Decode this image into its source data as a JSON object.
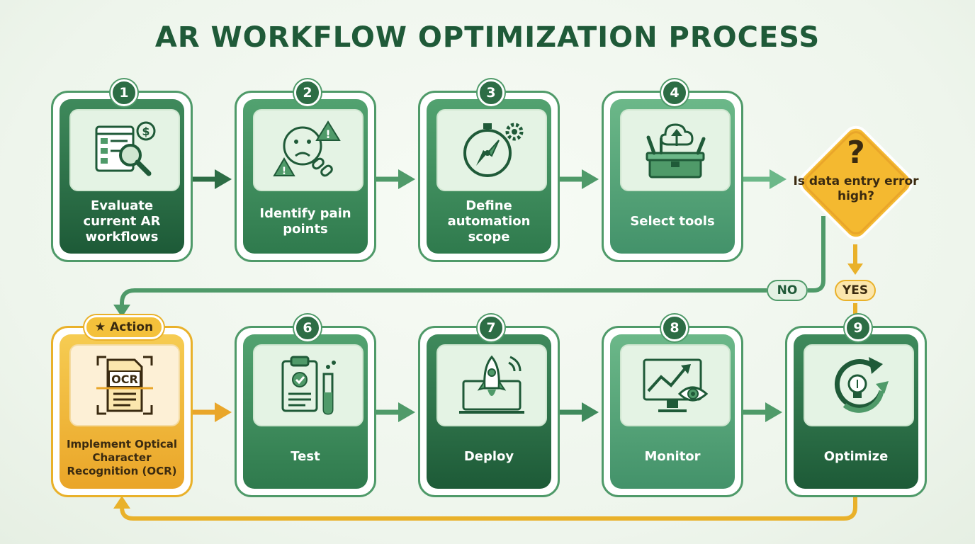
{
  "title": "AR WORKFLOW OPTIMIZATION PROCESS",
  "steps_top": [
    {
      "num": "1",
      "label": "Evaluate current AR workflows",
      "icon": "workflow-search-icon"
    },
    {
      "num": "2",
      "label": "Identify pain points",
      "icon": "pain-points-icon"
    },
    {
      "num": "3",
      "label": "Define automation scope",
      "icon": "stopwatch-gear-icon"
    },
    {
      "num": "4",
      "label": "Select tools",
      "icon": "toolbox-cloud-icon"
    }
  ],
  "decision": {
    "symbol": "?",
    "question": "Is data entry error high?",
    "no_label": "NO",
    "yes_label": "YES"
  },
  "action_step": {
    "badge": "Action",
    "ocr_text": "OCR",
    "label": "Implement Optical Character Recognition (OCR)",
    "icon": "ocr-document-icon"
  },
  "steps_bottom": [
    {
      "num": "6",
      "label": "Test",
      "icon": "clipboard-testtube-icon"
    },
    {
      "num": "7",
      "label": "Deploy",
      "icon": "rocket-laptop-icon"
    },
    {
      "num": "8",
      "label": "Monitor",
      "icon": "monitor-chart-eye-icon"
    },
    {
      "num": "9",
      "label": "Optimize",
      "icon": "cycle-lightbulb-icon"
    }
  ],
  "colors": {
    "dark_green": "#1f5a38",
    "mid_green": "#4f9a69",
    "orange": "#e9b12a",
    "icon_bg": "#e4f3e4"
  }
}
